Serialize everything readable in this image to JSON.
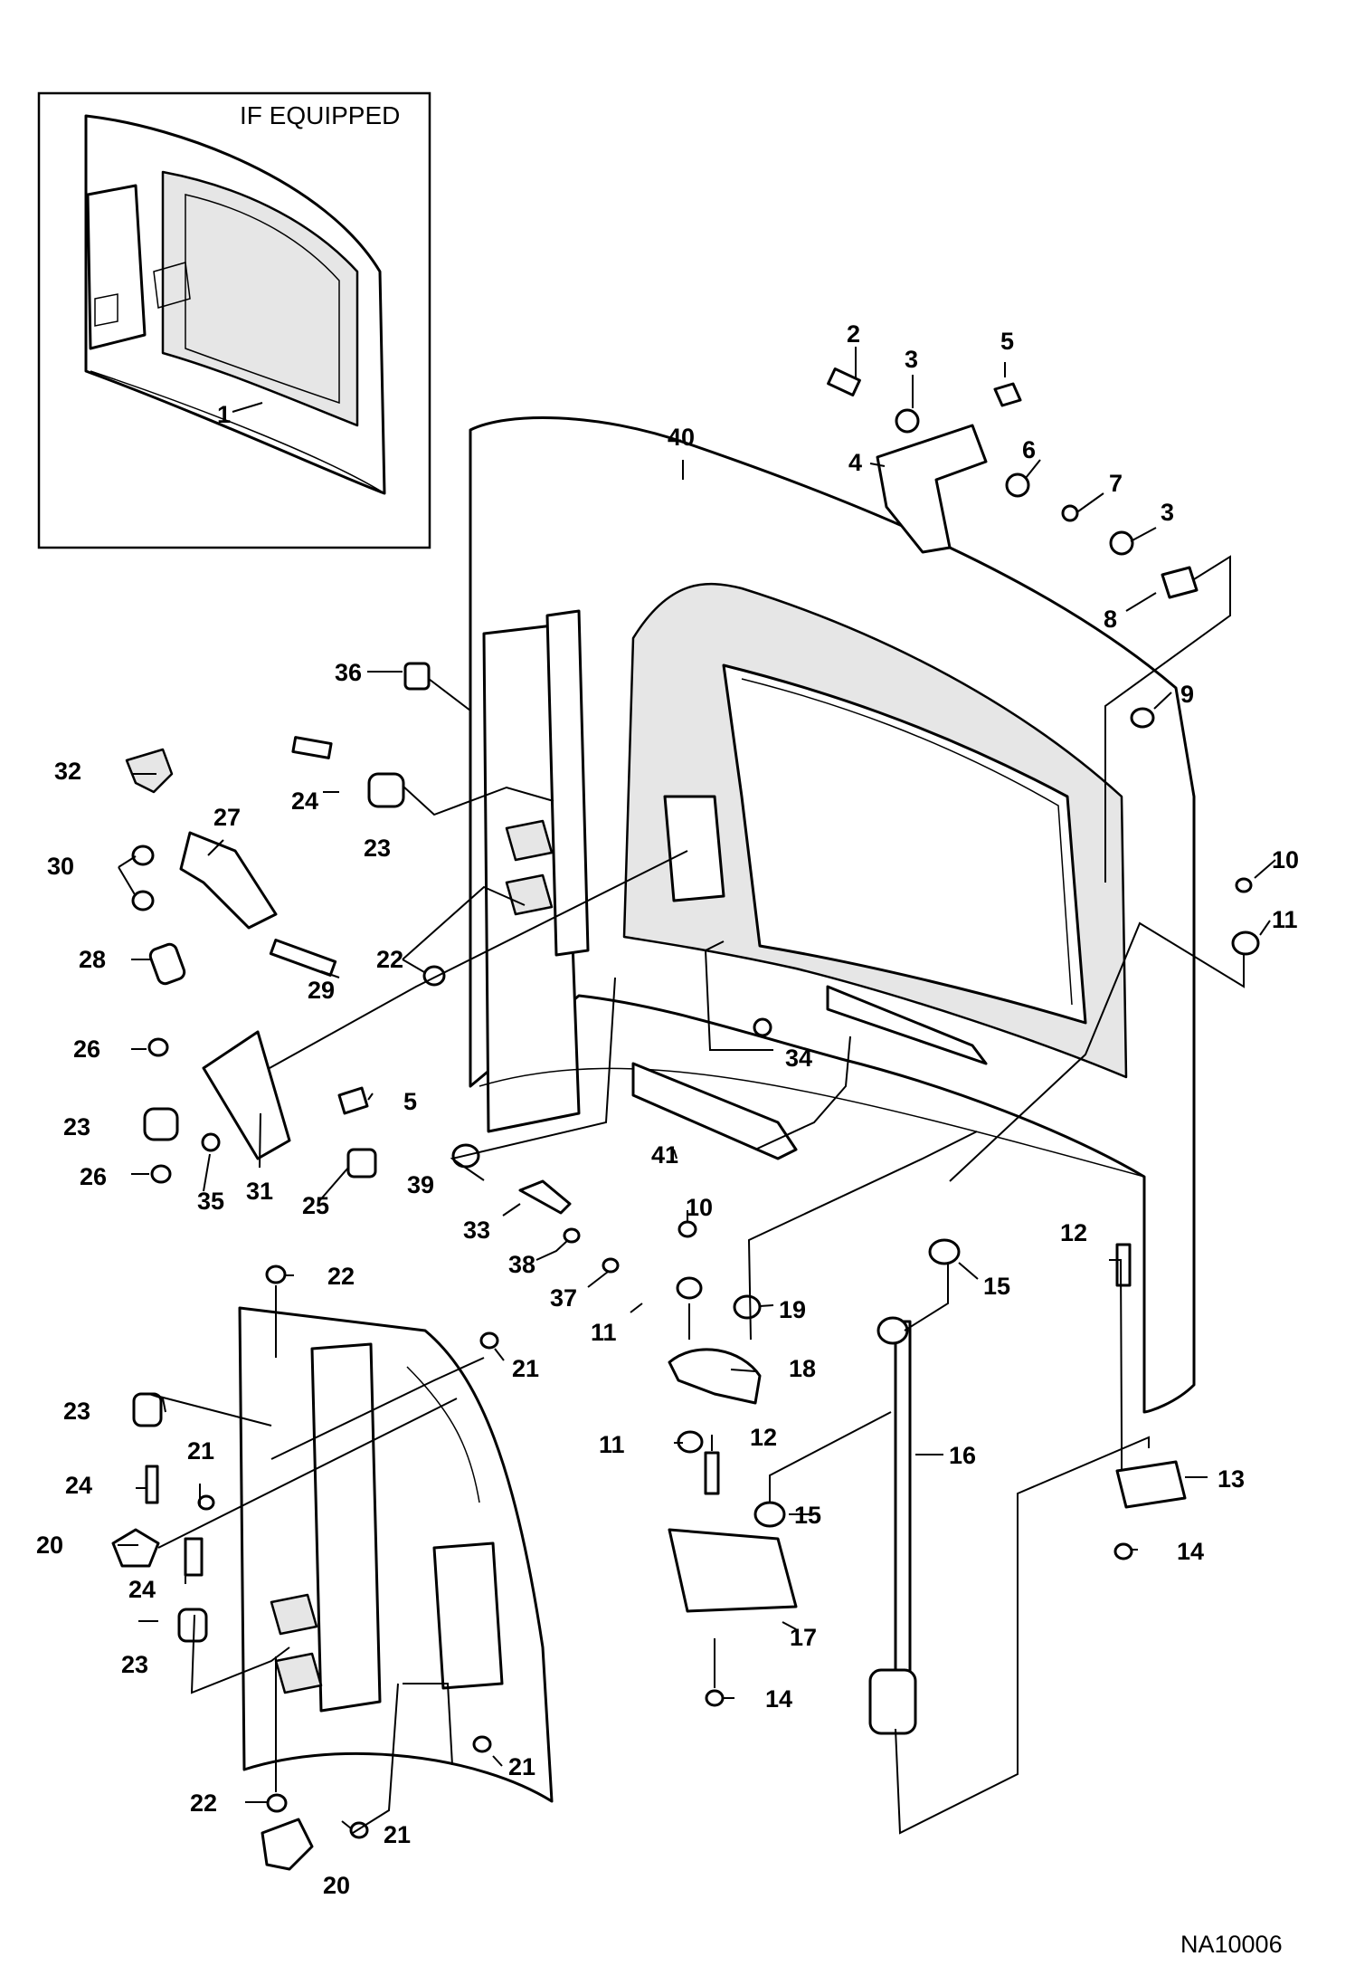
{
  "inset": {
    "title": "IF EQUIPPED"
  },
  "reference_code": "NA10006",
  "callouts": [
    "1",
    "2",
    "3",
    "4",
    "5",
    "6",
    "7",
    "3",
    "8",
    "9",
    "10",
    "11",
    "40",
    "36",
    "32",
    "27",
    "24",
    "23",
    "30",
    "22",
    "28",
    "29",
    "26",
    "5",
    "23",
    "26",
    "35",
    "31",
    "25",
    "39",
    "33",
    "34",
    "41",
    "38",
    "37",
    "10",
    "19",
    "11",
    "18",
    "11",
    "12",
    "15",
    "16",
    "12",
    "13",
    "14",
    "15",
    "17",
    "14",
    "22",
    "21",
    "23",
    "21",
    "24",
    "20",
    "24",
    "23",
    "22",
    "21",
    "20",
    "21"
  ]
}
